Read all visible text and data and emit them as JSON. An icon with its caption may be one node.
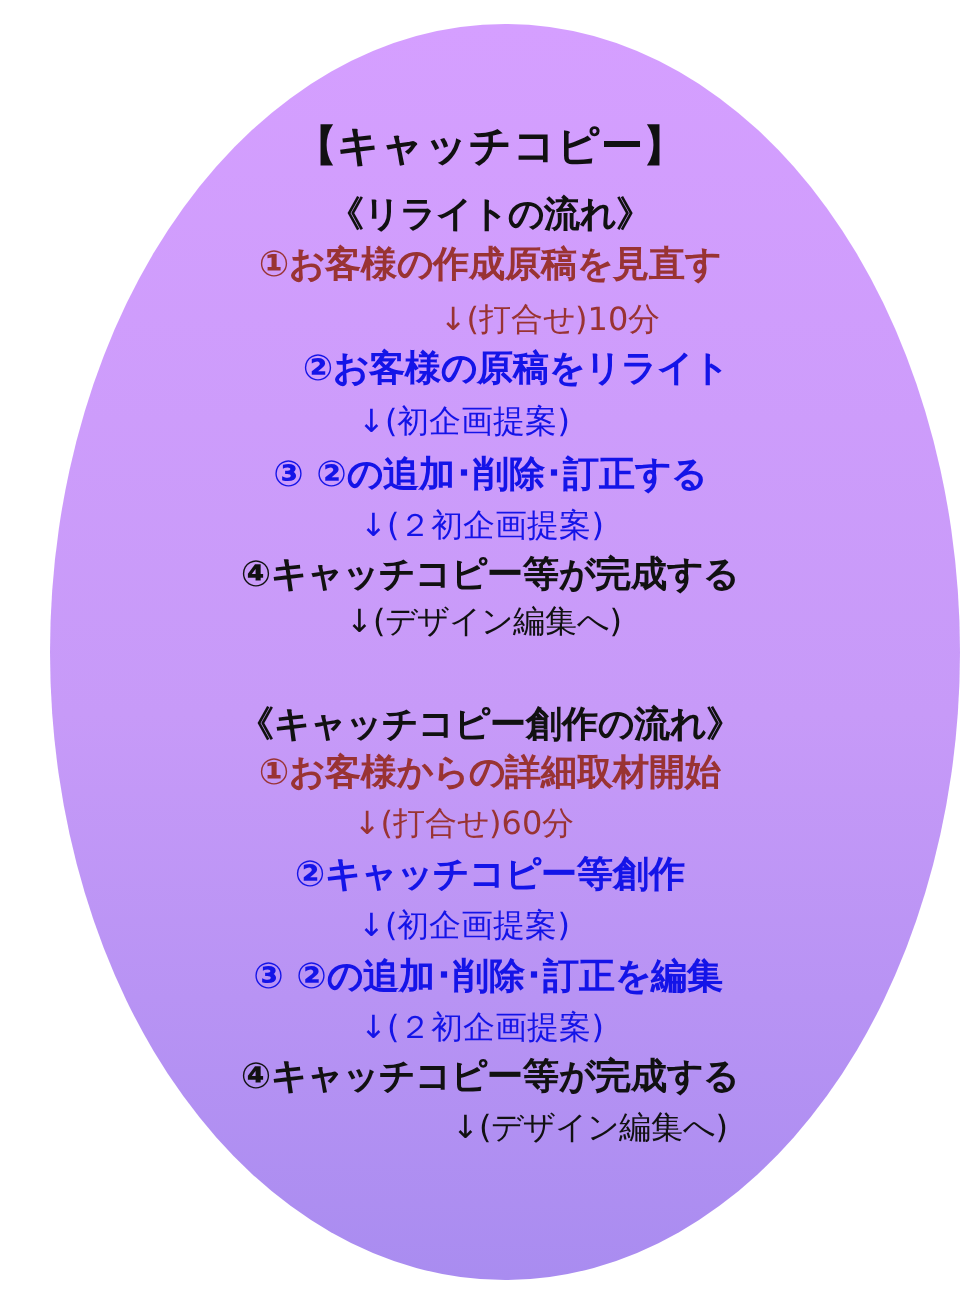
{
  "diagram": {
    "nodes": [
      {
        "text": [
          "【キャッチコピー】",
          "《リライトの流れ》",
          "①お客様の作成原稿を見直す",
          "↓(打合せ)10分",
          "②お客様の原稿をリライト",
          "↓(初企画提案)",
          "③ ②の追加･削除･訂正する",
          "↓(２初企画提案)",
          "④キャッチコピー等が完成する",
          "↓(デザイン編集へ)",
          "《キャッチコピー創作の流れ》",
          "①お客様からの詳細取材開始",
          "↓(打合せ)60分",
          "②キャッチコピー等創作",
          "↓(初企画提案)",
          "③ ②の追加･削除･訂正を編集",
          "↓(２初企画提案)",
          "④キャッチコピー等が完成する",
          "↓(デザイン編集へ)"
        ]
      }
    ]
  }
}
